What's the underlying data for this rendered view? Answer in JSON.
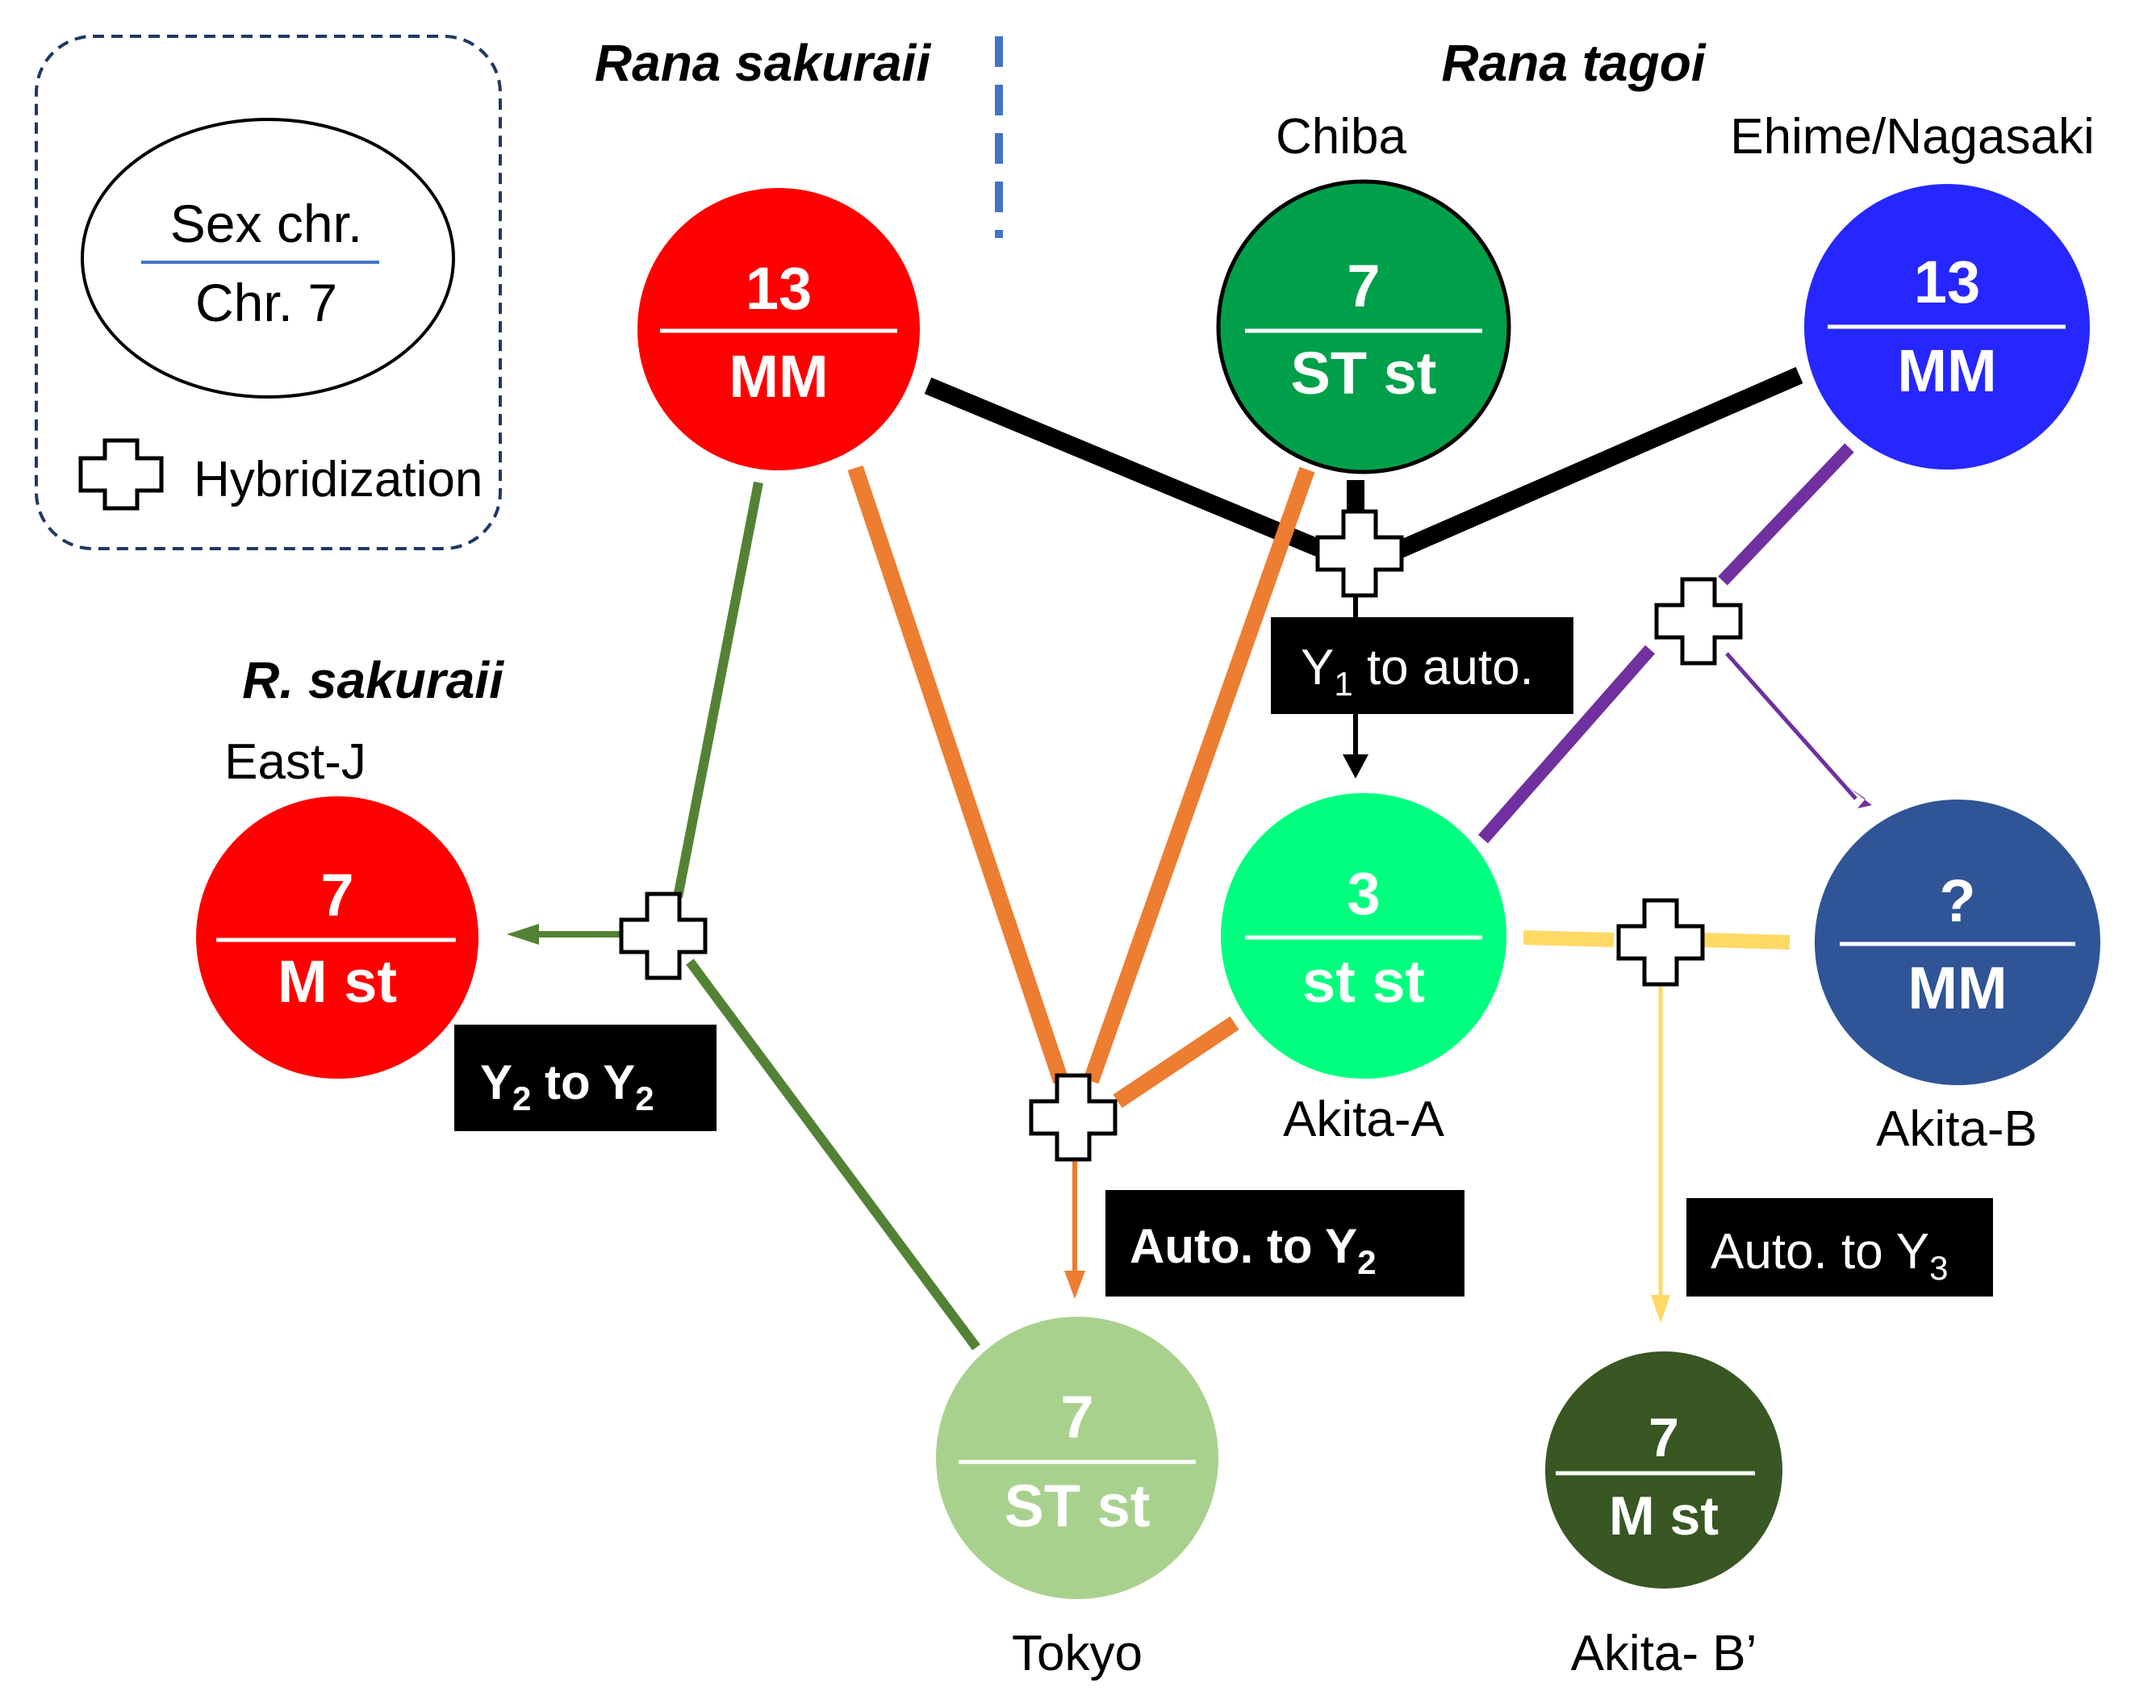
{
  "colors": {
    "red": "#ff0000",
    "dark_green": "#00a04a",
    "blue": "#2626ff",
    "light_green": "#00ff7f",
    "slate_blue": "#2f5596",
    "pale_green": "#a9d18e",
    "olive": "#385723",
    "orange": "#ed7d31",
    "green_line": "#548235",
    "purple": "#7030a0",
    "yellow": "#ffd966",
    "divider_blue": "#4472c4"
  },
  "legend": {
    "top": "Sex chr.",
    "bottom": "Chr. 7",
    "hybridization": "Hybridization"
  },
  "species": {
    "sakuraii": "Rana sakuraii",
    "tagoi": "Rana tagoi",
    "r_sakuraii": "R. sakuraii"
  },
  "places": {
    "chiba": "Chiba",
    "ehime": "Ehime/Nagasaki",
    "eastj": "East-J",
    "akita_a": "Akita-A",
    "akita_b": "Akita-B",
    "tokyo": "Tokyo",
    "akita_b2": "Akita- B’"
  },
  "nodes": {
    "sakuraii": {
      "num": "13",
      "kar": "MM"
    },
    "chiba": {
      "num": "7",
      "kar": "ST st"
    },
    "ehime": {
      "num": "13",
      "kar": "MM"
    },
    "eastj": {
      "num": "7",
      "kar": "M st"
    },
    "akita_a": {
      "num": "3",
      "kar": "st st"
    },
    "akita_b": {
      "num": "?",
      "kar": "MM"
    },
    "tokyo": {
      "num": "7",
      "kar": "ST st"
    },
    "akita_b2": {
      "num": "7",
      "kar": "M st"
    }
  },
  "boxes": {
    "y1": {
      "main": "Y",
      "sub": "1",
      "rest": " to auto."
    },
    "y2y2": {
      "a": "Y",
      "a_sub": "2",
      "mid": " to Y",
      "b_sub": "2"
    },
    "auto_y2": {
      "main": "Auto. to Y",
      "sub": "2"
    },
    "auto_y3": {
      "main": "Auto. to Y",
      "sub": "3"
    }
  }
}
